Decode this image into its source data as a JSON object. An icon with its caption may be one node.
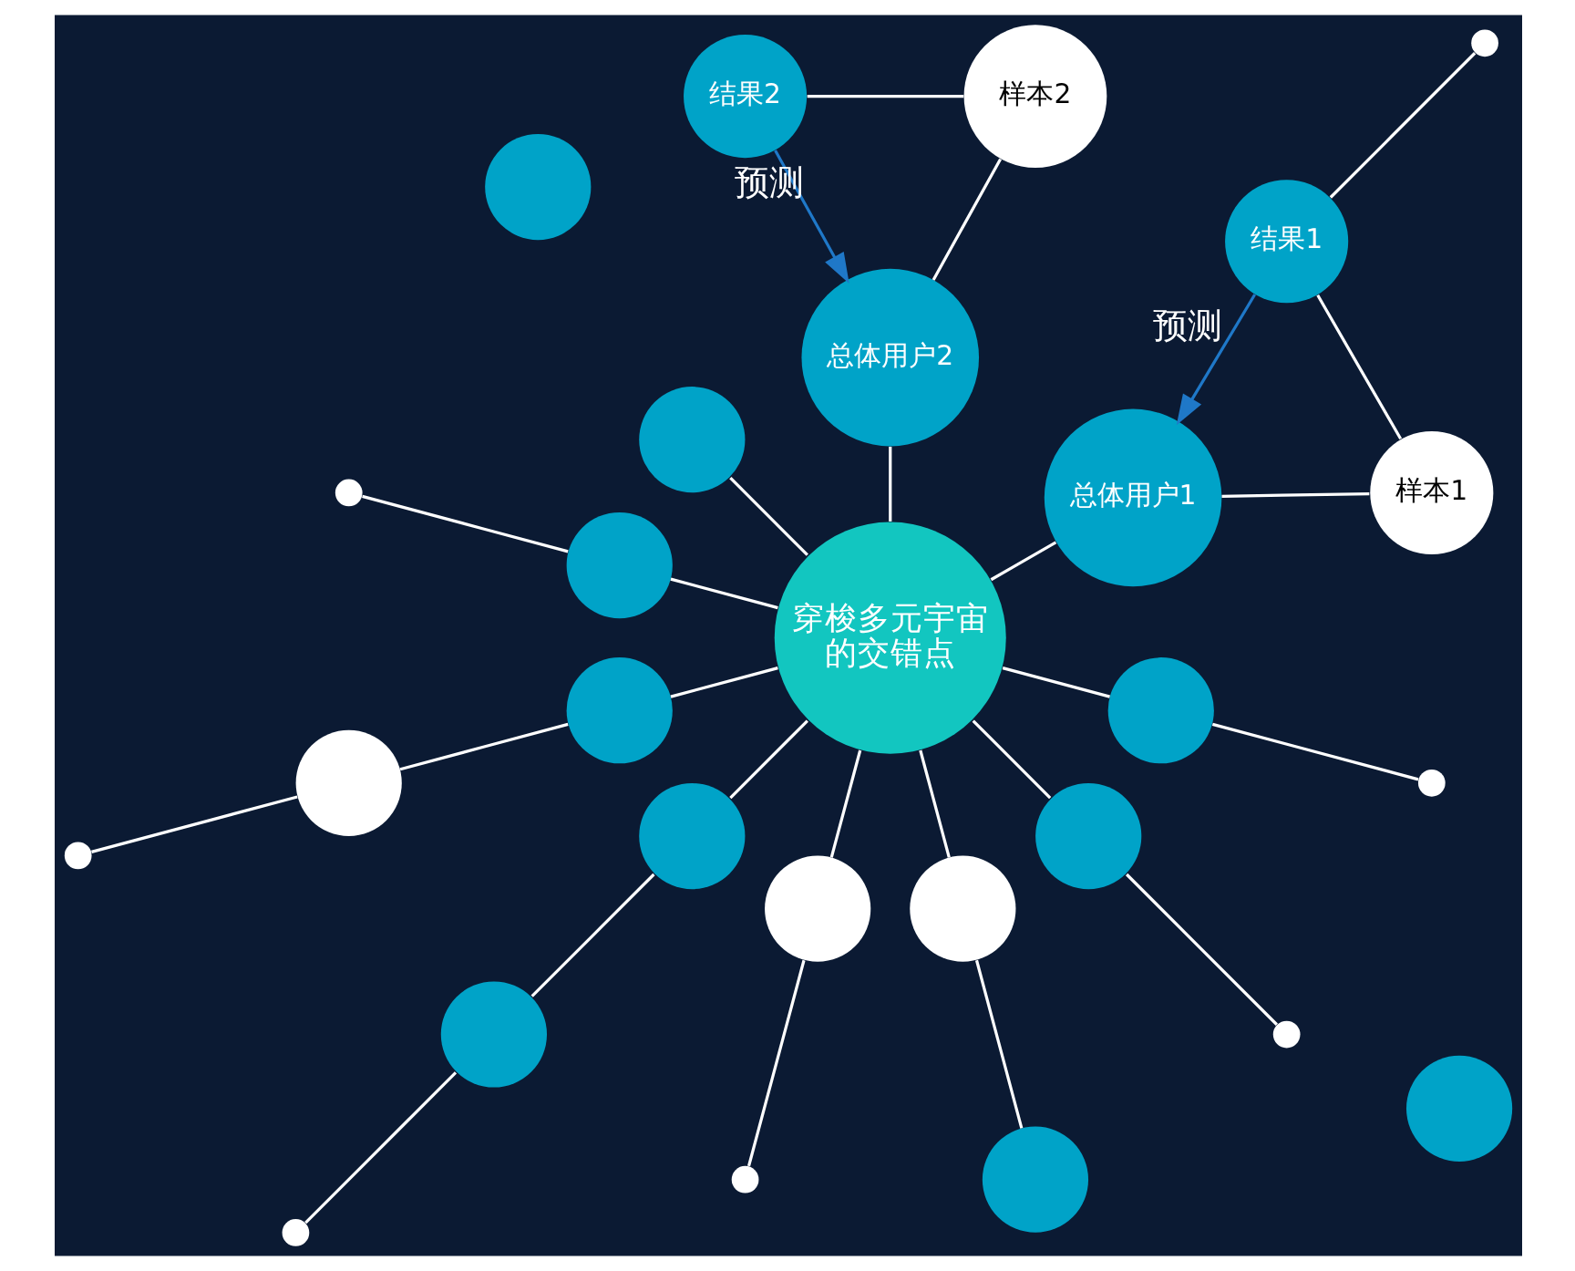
{
  "diagram": {
    "nodes": [
      {
        "text": [
          "穿梭多元宇宙的交错点"
        ]
      },
      {
        "text": [
          "总体用户1"
        ]
      },
      {
        "text": [
          "总体用户2"
        ]
      },
      {
        "text": [
          "样本1"
        ]
      },
      {
        "text": [
          "样本2"
        ]
      },
      {
        "text": [
          "结果1"
        ]
      },
      {
        "text": [
          "结果2"
        ]
      },
      {
        "text": [],
        "shape": "circle"
      },
      {
        "text": [],
        "shape": "circle"
      },
      {
        "text": [],
        "shape": "circle"
      },
      {
        "text": [],
        "shape": "circle"
      },
      {
        "text": [],
        "shape": "circle"
      },
      {
        "text": [],
        "shape": "circle"
      },
      {
        "text": [],
        "shape": "circle"
      },
      {
        "text": [],
        "shape": "circle"
      },
      {
        "text": [],
        "shape": "circle"
      },
      {
        "text": [],
        "shape": "circle"
      },
      {
        "text": [],
        "shape": "circle"
      },
      {
        "text": [],
        "shape": "circle"
      },
      {
        "text": [],
        "shape": "circle"
      },
      {
        "text": [],
        "shape": "circle"
      },
      {
        "text": [],
        "shape": "circle"
      },
      {
        "text": [],
        "shape": "circle"
      },
      {
        "text": [],
        "shape": "circle"
      },
      {
        "text": [],
        "shape": "circle"
      },
      {
        "text": [],
        "shape": "circle"
      },
      {
        "text": [],
        "shape": "circle"
      }
    ],
    "edges": [
      {
        "from": 0,
        "to": 14,
        "arrow": "none"
      },
      {
        "from": 14,
        "to": 9,
        "arrow": "none"
      },
      {
        "from": 9,
        "to": 7,
        "arrow": "none"
      },
      {
        "from": 0,
        "to": 8,
        "arrow": "none"
      },
      {
        "from": 0,
        "to": 12,
        "arrow": "none"
      },
      {
        "from": 12,
        "to": 10,
        "arrow": "none"
      },
      {
        "from": 0,
        "to": 17,
        "arrow": "none"
      },
      {
        "from": 17,
        "to": 16,
        "arrow": "none"
      },
      {
        "from": 0,
        "to": 19,
        "arrow": "none"
      },
      {
        "from": 19,
        "to": 21,
        "arrow": "none"
      },
      {
        "from": 0,
        "to": 23,
        "arrow": "none"
      },
      {
        "from": 23,
        "to": 26,
        "arrow": "none"
      },
      {
        "from": 0,
        "to": 2,
        "arrow": "none"
      },
      {
        "from": 2,
        "to": 4,
        "arrow": "none"
      },
      {
        "from": 4,
        "to": 6,
        "arrow": "none"
      },
      {
        "from": 0,
        "to": 1,
        "arrow": "none"
      },
      {
        "from": 1,
        "to": 3,
        "arrow": "none"
      },
      {
        "from": 3,
        "to": 5,
        "arrow": "none"
      },
      {
        "from": 5,
        "to": 25,
        "arrow": "none"
      },
      {
        "from": 0,
        "to": 18,
        "arrow": "none"
      },
      {
        "from": 18,
        "to": 20,
        "arrow": "none"
      },
      {
        "from": 0,
        "to": 15,
        "arrow": "none"
      },
      {
        "from": 15,
        "to": 13,
        "arrow": "none"
      },
      {
        "from": 13,
        "to": 11,
        "arrow": "none"
      },
      {
        "from": 5,
        "to": 1,
        "arrow": "to",
        "label": "预测",
        "color": "#1f78c8"
      },
      {
        "from": 6,
        "to": 2,
        "arrow": "to",
        "label": "预测",
        "color": "#1f78c8"
      }
    ]
  }
}
